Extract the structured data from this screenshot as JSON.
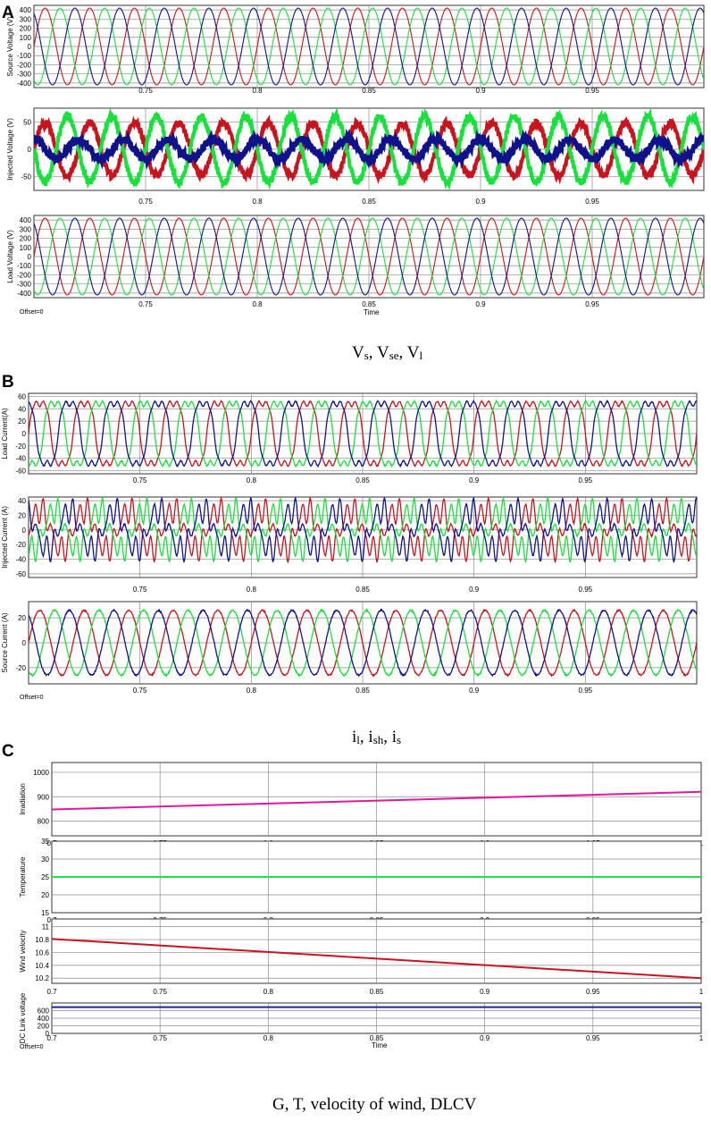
{
  "panels": [
    {
      "letter": "A",
      "caption_parts": [
        [
          "V",
          "s"
        ],
        [
          "V",
          "se"
        ],
        [
          "V",
          "l"
        ]
      ]
    },
    {
      "letter": "B",
      "caption_parts": [
        [
          "i",
          "l"
        ],
        [
          "i",
          "sh"
        ],
        [
          "i",
          "s"
        ]
      ]
    },
    {
      "letter": "C",
      "caption": "G, T, velocity of wind, DLCV"
    }
  ],
  "colors": {
    "phase_a": "#c8141e",
    "phase_b": "#18e03c",
    "phase_c": "#10128c",
    "irradiation": "#e0199a",
    "temperature": "#1fe046",
    "wind": "#c8141e",
    "dc_link": "#1c2a8c"
  },
  "offset_label": "Offset=0",
  "time_label": "Time",
  "chart_data": [
    {
      "id": "A1",
      "type": "line",
      "ylabel": "Source Voltage (V)",
      "xlim": [
        0.7,
        1.0
      ],
      "ylim": [
        -450,
        450
      ],
      "yticks": [
        -400,
        -300,
        -200,
        -100,
        0,
        100,
        200,
        300,
        400
      ],
      "xticks": [
        0.75,
        0.8,
        0.85,
        0.9,
        0.95
      ],
      "waveform": {
        "kind": "three_phase_sine",
        "freq_hz": 50,
        "amplitude": 420,
        "noise": 0
      },
      "series": [
        {
          "phase_deg": 0
        },
        {
          "phase_deg": -120
        },
        {
          "phase_deg": 120
        }
      ]
    },
    {
      "id": "A2",
      "type": "line",
      "ylabel": "Injected Voltage (V)",
      "xlim": [
        0.7,
        1.0
      ],
      "ylim": [
        -75,
        75
      ],
      "yticks": [
        -50,
        0,
        50
      ],
      "xticks": [
        0.75,
        0.8,
        0.85,
        0.9,
        0.95
      ],
      "waveform": {
        "kind": "three_phase_sine",
        "freq_hz": 50,
        "noise": 6
      },
      "series": [
        {
          "phase_deg": 0,
          "amplitude": 48
        },
        {
          "phase_deg": 180,
          "amplitude": 60
        },
        {
          "phase_deg": 90,
          "amplitude": 18
        }
      ]
    },
    {
      "id": "A3",
      "type": "line",
      "ylabel": "Load Voltage (V)",
      "xlim": [
        0.7,
        1.0
      ],
      "ylim": [
        -450,
        450
      ],
      "yticks": [
        -400,
        -300,
        -200,
        -100,
        0,
        100,
        200,
        300,
        400
      ],
      "xticks": [
        0.75,
        0.8,
        0.85,
        0.9,
        0.95
      ],
      "waveform": {
        "kind": "three_phase_sine",
        "freq_hz": 50,
        "amplitude": 420,
        "noise": 0
      },
      "series": [
        {
          "phase_deg": 0
        },
        {
          "phase_deg": -120
        },
        {
          "phase_deg": 120
        }
      ]
    },
    {
      "id": "B1",
      "type": "line",
      "ylabel": "Load Current(A)",
      "xlim": [
        0.7,
        1.0
      ],
      "ylim": [
        -65,
        65
      ],
      "yticks": [
        -60,
        -40,
        -20,
        0,
        20,
        40,
        60
      ],
      "xticks": [
        0.75,
        0.8,
        0.85,
        0.9,
        0.95
      ],
      "waveform": {
        "kind": "three_phase_distorted",
        "freq_hz": 50,
        "amplitude": 57,
        "noise": 1
      },
      "series": [
        {
          "phase_deg": 0
        },
        {
          "phase_deg": -120
        },
        {
          "phase_deg": 120
        }
      ]
    },
    {
      "id": "B2",
      "type": "line",
      "ylabel": "Injected Current (A)",
      "xlim": [
        0.7,
        1.0
      ],
      "ylim": [
        -65,
        45
      ],
      "yticks": [
        -60,
        -40,
        -20,
        0,
        20,
        40
      ],
      "xticks": [
        0.75,
        0.8,
        0.85,
        0.9,
        0.95
      ],
      "waveform": {
        "kind": "three_phase_harmonic",
        "freq_hz": 50,
        "amplitude": 36,
        "noise": 1
      },
      "series": [
        {
          "phase_deg": 0
        },
        {
          "phase_deg": -120
        },
        {
          "phase_deg": 120
        }
      ]
    },
    {
      "id": "B3",
      "type": "line",
      "ylabel": "Source Current (A)",
      "xlim": [
        0.7,
        1.0
      ],
      "ylim": [
        -33,
        33
      ],
      "yticks": [
        -20,
        0,
        20
      ],
      "xticks": [
        0.75,
        0.8,
        0.85,
        0.9,
        0.95
      ],
      "waveform": {
        "kind": "three_phase_sine",
        "freq_hz": 50,
        "amplitude": 26,
        "noise": 0.6
      },
      "series": [
        {
          "phase_deg": 0
        },
        {
          "phase_deg": -120
        },
        {
          "phase_deg": 120
        }
      ]
    },
    {
      "id": "C1",
      "type": "line",
      "ylabel": "Irradiation",
      "xlim": [
        0.7,
        1.0
      ],
      "ylim": [
        740,
        1040
      ],
      "yticks": [
        800,
        900,
        1000
      ],
      "xticks": [
        0.7,
        0.75,
        0.8,
        0.85,
        0.9,
        0.95,
        1
      ],
      "series": [
        {
          "x": [
            0.7,
            1.0
          ],
          "y": [
            848,
            920
          ]
        }
      ]
    },
    {
      "id": "C2",
      "type": "line",
      "ylabel": "Temperature",
      "xlim": [
        0.7,
        1.0
      ],
      "ylim": [
        15,
        35
      ],
      "yticks": [
        15,
        20,
        25,
        30,
        35
      ],
      "xticks": [
        0.7,
        0.75,
        0.8,
        0.85,
        0.9,
        0.95,
        1
      ],
      "series": [
        {
          "x": [
            0.7,
            1.0
          ],
          "y": [
            25,
            25
          ]
        }
      ]
    },
    {
      "id": "C3",
      "type": "line",
      "ylabel": "Wind velocity",
      "xlim": [
        0.7,
        1.0
      ],
      "ylim": [
        10.12,
        11.12
      ],
      "yticks": [
        10.2,
        10.4,
        10.6,
        10.8,
        11
      ],
      "xticks": [
        0.7,
        0.75,
        0.8,
        0.85,
        0.9,
        0.95,
        1
      ],
      "series": [
        {
          "x": [
            0.7,
            1.0
          ],
          "y": [
            10.81,
            10.2
          ]
        }
      ]
    },
    {
      "id": "C4",
      "type": "line",
      "ylabel": "DC Link voltage",
      "xlim": [
        0.7,
        1.0
      ],
      "ylim": [
        0,
        800
      ],
      "yticks": [
        0,
        200,
        400,
        600
      ],
      "xticks": [
        0.7,
        0.75,
        0.8,
        0.85,
        0.9,
        0.95,
        1
      ],
      "series": [
        {
          "x": [
            0.7,
            1.0
          ],
          "y": [
            690,
            692
          ]
        }
      ]
    }
  ]
}
